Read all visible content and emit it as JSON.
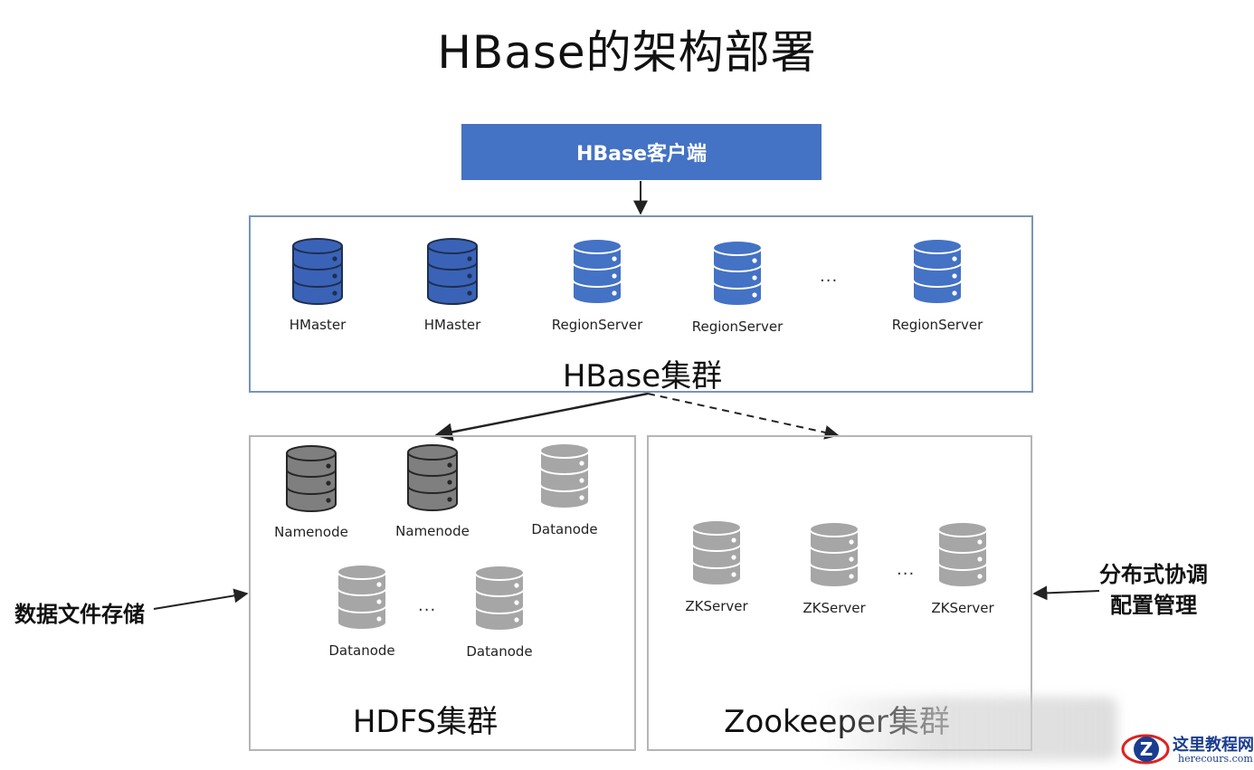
{
  "title": "HBase的架构部署",
  "client": {
    "label": "HBase客户端",
    "color": "#4472c4"
  },
  "hbase_cluster": {
    "label": "HBase集群",
    "nodes": [
      {
        "label": "HMaster",
        "style": "blue-dark"
      },
      {
        "label": "HMaster",
        "style": "blue-dark"
      },
      {
        "label": "RegionServer",
        "style": "blue"
      },
      {
        "label": "RegionServer",
        "style": "blue"
      },
      {
        "label": "RegionServer",
        "style": "blue"
      }
    ],
    "ellipsis": "..."
  },
  "hdfs_cluster": {
    "label": "HDFS集群",
    "nodes": [
      {
        "label": "Namenode",
        "style": "gray-dark"
      },
      {
        "label": "Namenode",
        "style": "gray-dark"
      },
      {
        "label": "Datanode",
        "style": "gray"
      },
      {
        "label": "Datanode",
        "style": "gray"
      },
      {
        "label": "Datanode",
        "style": "gray"
      }
    ],
    "ellipsis": "..."
  },
  "zk_cluster": {
    "label": "Zookeeper集群",
    "nodes": [
      {
        "label": "ZKServer",
        "style": "gray"
      },
      {
        "label": "ZKServer",
        "style": "gray"
      },
      {
        "label": "ZKServer",
        "style": "gray"
      }
    ],
    "ellipsis": "..."
  },
  "side_left": "数据文件存储",
  "side_right": {
    "line1": "分布式协调",
    "line2": "配置管理"
  },
  "watermark": {
    "site_name": "这里教程网",
    "domain": "herecours.com",
    "logo_letter": "Z"
  },
  "colors": {
    "blue": "#4472c4",
    "blue_dark": "#3a63b8",
    "gray": "#a6a6a6",
    "gray_dark": "#7f7f7f",
    "hbase_border": "#7895b5",
    "cluster_border": "#b5b5b5"
  }
}
